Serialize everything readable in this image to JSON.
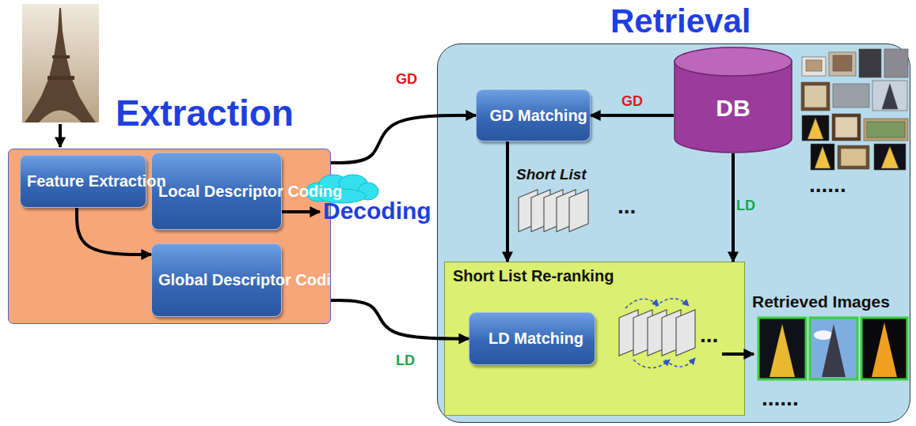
{
  "diagram": {
    "nodes": [
      {
        "text": [
          "Extraction"
        ]
      },
      {
        "text": [
          "Feature Extraction"
        ],
        "in": 0
      },
      {
        "text": [
          "Local Descriptor Coding"
        ],
        "in": 0
      },
      {
        "text": [
          "Global Descriptor Coding"
        ],
        "in": 0
      },
      {
        "text": [
          "Retrieval"
        ]
      },
      {
        "text": [
          "GD Matching"
        ],
        "in": 4
      },
      {
        "text": [
          "DB"
        ],
        "in": 4
      },
      {
        "text": [
          "Short List Re-ranking"
        ],
        "in": 4
      },
      {
        "text": [
          "LD Matching"
        ],
        "in": 7
      }
    ],
    "edges": [
      {
        "from": 0,
        "to": 5,
        "label": "GD",
        "arrow": "to"
      },
      {
        "from": 0,
        "to": 8,
        "label": "LD",
        "arrow": "to"
      },
      {
        "from": 1,
        "to": 3,
        "arrow": "to"
      },
      {
        "from": 6,
        "to": 5,
        "label": "GD",
        "arrow": "to"
      },
      {
        "from": 5,
        "to": 7,
        "label": "Short List",
        "arrow": "to"
      },
      {
        "from": 6,
        "to": 7,
        "label": "LD",
        "arrow": "to"
      }
    ],
    "labels": [
      "......",
      "...",
      "Decoding",
      "Retrieved Images",
      "...",
      "......"
    ]
  }
}
